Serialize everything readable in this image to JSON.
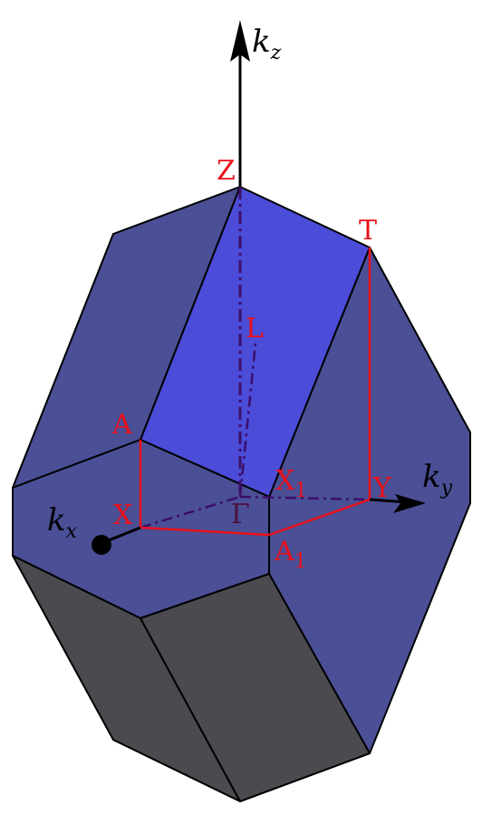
{
  "diagram": {
    "axes": {
      "kz": {
        "base": "k",
        "sub": "z"
      },
      "ky": {
        "base": "k",
        "sub": "y"
      },
      "kx": {
        "base": "k",
        "sub": "x"
      }
    },
    "points": {
      "Z": "Z",
      "T": "T",
      "L": "L",
      "A": "A",
      "X": "X",
      "X1": {
        "base": "X",
        "sub": "1"
      },
      "Y": "Y",
      "Gamma": "Γ",
      "A1": {
        "base": "A",
        "sub": "1"
      }
    },
    "colors": {
      "front_face": "#4a4f96",
      "top_face": "#4b4cd8",
      "dark_face": "#4a4a4f",
      "path": "#e8101a",
      "hidden_axis": "#3b0f6b"
    }
  }
}
